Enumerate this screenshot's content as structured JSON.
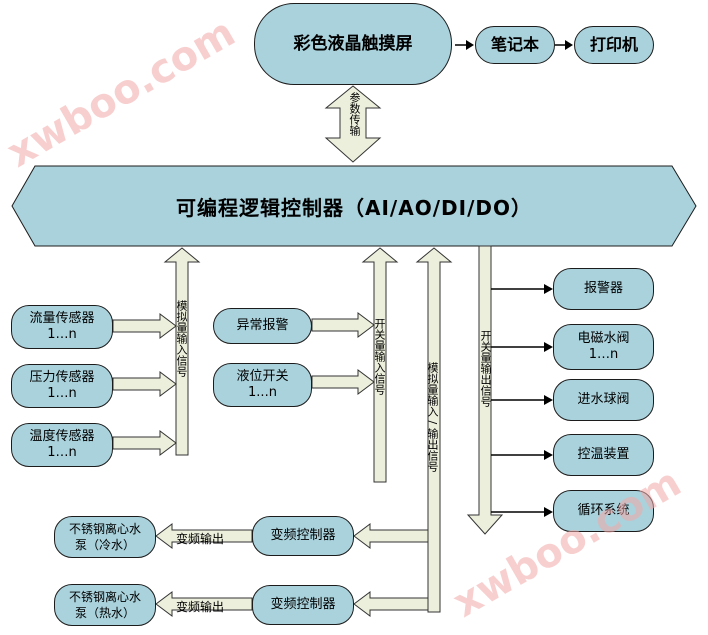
{
  "top": {
    "touchscreen": "彩色液晶触摸屏",
    "laptop": "笔记本",
    "printer": "打印机",
    "param_transfer": "参数传输"
  },
  "plc": {
    "label": "可编程逻辑控制器（AI/AO/DI/DO）"
  },
  "sensors": [
    {
      "name": "流量传感器",
      "count": "1…n"
    },
    {
      "name": "压力传感器",
      "count": "1…n"
    },
    {
      "name": "温度传感器",
      "count": "1…n"
    }
  ],
  "switches": [
    {
      "name": "异常报警",
      "count": ""
    },
    {
      "name": "液位开关",
      "count": "1...n"
    }
  ],
  "outputs": [
    {
      "name": "报警器",
      "count": ""
    },
    {
      "name": "电磁水阀",
      "count": "1…n"
    },
    {
      "name": "进水球阀",
      "count": ""
    },
    {
      "name": "控温装置",
      "count": ""
    },
    {
      "name": "循环系统",
      "count": ""
    }
  ],
  "arrows": {
    "analog_in": "模拟量输入信号",
    "switch_in": "开关量输入信号",
    "analog_io": "模拟量输入 / 输出信号",
    "switch_out": "开关量输出信号",
    "vfd_out": "变频输出"
  },
  "vfd": [
    {
      "controller": "变频控制器",
      "pump_line1": "不锈钢离心水",
      "pump_line2": "泵（冷水）"
    },
    {
      "controller": "变频控制器",
      "pump_line1": "不锈钢离心水",
      "pump_line2": "泵（热水）"
    }
  ],
  "watermark": "xwboo.com",
  "colors": {
    "node_fill": "#a9d2dc",
    "arrow_fill": "#ecefdc",
    "stroke": "#1c1c1c",
    "watermark": "#f3a9a9"
  }
}
